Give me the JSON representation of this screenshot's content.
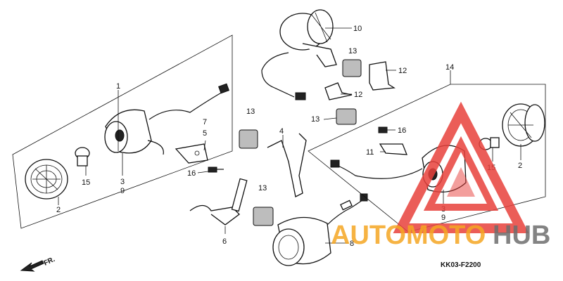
{
  "diagram": {
    "code": "KK03-F2200",
    "front_label": "FR.",
    "parts": [
      {
        "id": "p1",
        "number": "1"
      },
      {
        "id": "p2a",
        "number": "2"
      },
      {
        "id": "p3a",
        "number": "3"
      },
      {
        "id": "p9a",
        "number": "9"
      },
      {
        "id": "p15a",
        "number": "15"
      },
      {
        "id": "p7",
        "number": "7"
      },
      {
        "id": "p5",
        "number": "5"
      },
      {
        "id": "p16a",
        "number": "16"
      },
      {
        "id": "p13a",
        "number": "13"
      },
      {
        "id": "p4",
        "number": "4"
      },
      {
        "id": "p6",
        "number": "6"
      },
      {
        "id": "p13b",
        "number": "13"
      },
      {
        "id": "p8",
        "number": "8"
      },
      {
        "id": "p10",
        "number": "10"
      },
      {
        "id": "p13c",
        "number": "13"
      },
      {
        "id": "p12a",
        "number": "12"
      },
      {
        "id": "p12b",
        "number": "12"
      },
      {
        "id": "p13d",
        "number": "13"
      },
      {
        "id": "p14",
        "number": "14"
      },
      {
        "id": "p16b",
        "number": "16"
      },
      {
        "id": "p11",
        "number": "11"
      },
      {
        "id": "p15b",
        "number": "15"
      },
      {
        "id": "p2b",
        "number": "2"
      },
      {
        "id": "p3b",
        "number": "3"
      },
      {
        "id": "p9b",
        "number": "9"
      }
    ]
  },
  "watermark": {
    "text_part1": "AUTOMOTO",
    "text_part2": "HUB",
    "color_orange": "#f5a623",
    "color_grey": "#6e6e6e",
    "color_triangle": "#e8413c"
  }
}
